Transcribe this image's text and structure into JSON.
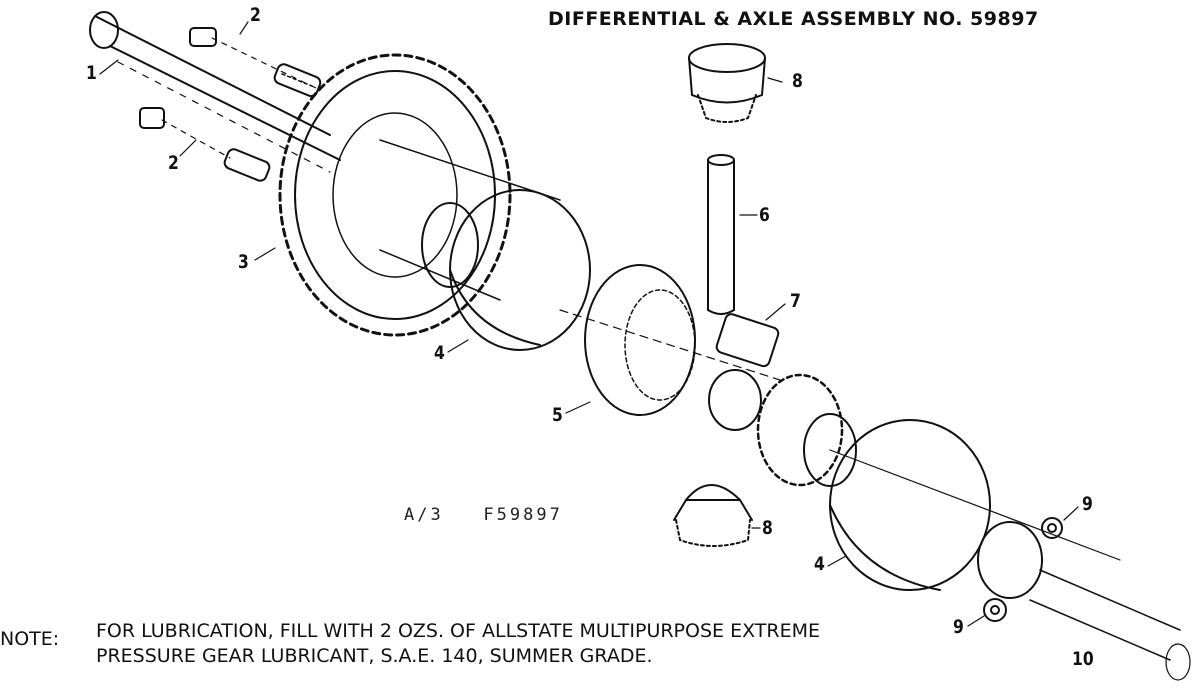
{
  "title": "DIFFERENTIAL & AXLE ASSEMBLY NO. 59897",
  "drawing_code": "A/3   F59897",
  "callouts": {
    "c1": "1",
    "c2a": "2",
    "c2b": "2",
    "c3": "3",
    "c4a": "4",
    "c4b": "4",
    "c5": "5",
    "c6": "6",
    "c7": "7",
    "c8a": "8",
    "c8b": "8",
    "c9a": "9",
    "c9b": "9",
    "c10": "10"
  },
  "note": {
    "label": "NOTE:",
    "line1": "FOR LUBRICATION, FILL WITH 2 OZS. OF ALLSTATE MULTIPURPOSE EXTREME",
    "line2": "PRESSURE GEAR LUBRICANT, S.A.E. 140, SUMMER GRADE."
  }
}
